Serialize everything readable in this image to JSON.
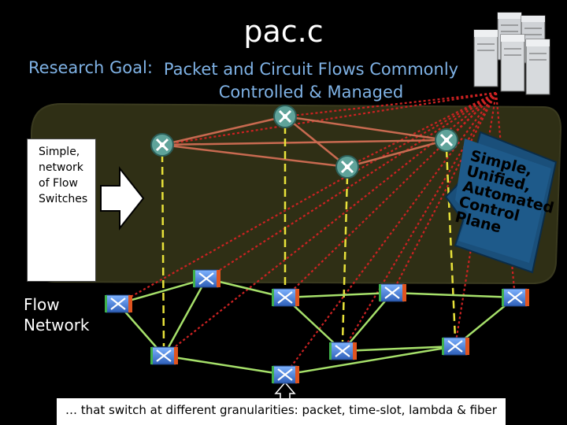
{
  "title": "pac.c",
  "research_goal": {
    "label": "Research Goal:",
    "line1": "Packet and Circuit Flows Commonly",
    "line2": "Controlled & Managed"
  },
  "side_box": {
    "line1": "Simple,",
    "line2": "network",
    "line3": "of Flow",
    "line4": "Switches"
  },
  "flow_network_label": {
    "line1": "Flow",
    "line2": "Network"
  },
  "callout": {
    "line1": "Simple,",
    "line2": "Unified,",
    "line3": "Automated",
    "line4": "Control",
    "line5": "Plane"
  },
  "footer": "… that switch at different granularities: packet, time-slot, lambda & fiber",
  "colors": {
    "plane": "#2f2f15",
    "controller_link": "#cc2222",
    "control_plane_link": "#c86a50",
    "flow_link": "#a6e06a",
    "vertical_link": "#e8e23a",
    "callout": "#1a4f7a",
    "goal_text": "#7fb2e5"
  },
  "icons": {
    "controller": "server-stack-icon",
    "control_node": "control-switch-icon",
    "flow_switch": "flow-switch-icon",
    "arrow": "right-arrow-icon"
  }
}
